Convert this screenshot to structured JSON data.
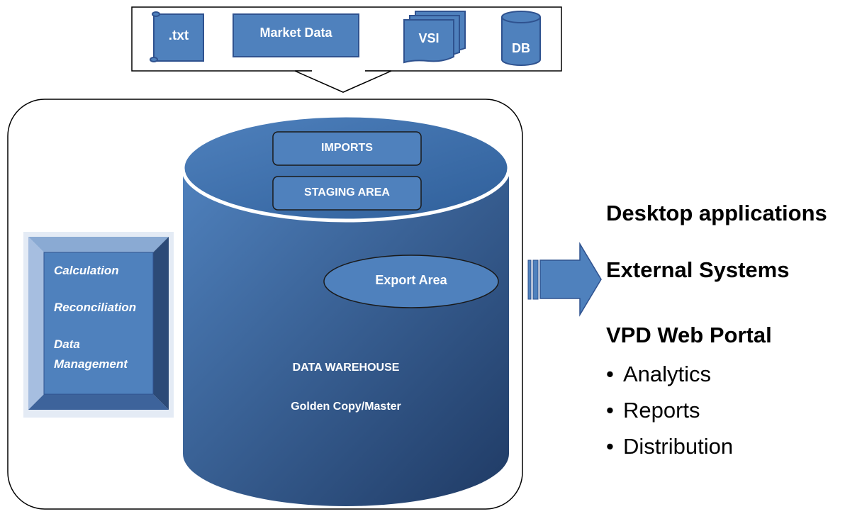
{
  "sources": {
    "txt_label": ".txt",
    "market_data_label": "Market Data",
    "vsi_label": "VSI",
    "db_label": "DB"
  },
  "warehouse": {
    "imports_label": "IMPORTS",
    "staging_label": "STAGING AREA",
    "export_label": "Export Area",
    "title": "DATA WAREHOUSE",
    "subtitle": "Golden Copy/Master"
  },
  "processes": {
    "items": [
      "Calculation",
      "Reconciliation",
      "Data",
      "Management"
    ]
  },
  "outputs": {
    "desktop": "Desktop applications",
    "external": "External Systems",
    "portal_title": "VPD Web Portal",
    "portal_items": [
      "Analytics",
      "Reports",
      "Distribution"
    ],
    "bullet_char": "•"
  },
  "colors": {
    "shape_fill": "#4f81bd",
    "shape_border": "#2f528f",
    "cylinder_dark": "#1f3a64"
  }
}
